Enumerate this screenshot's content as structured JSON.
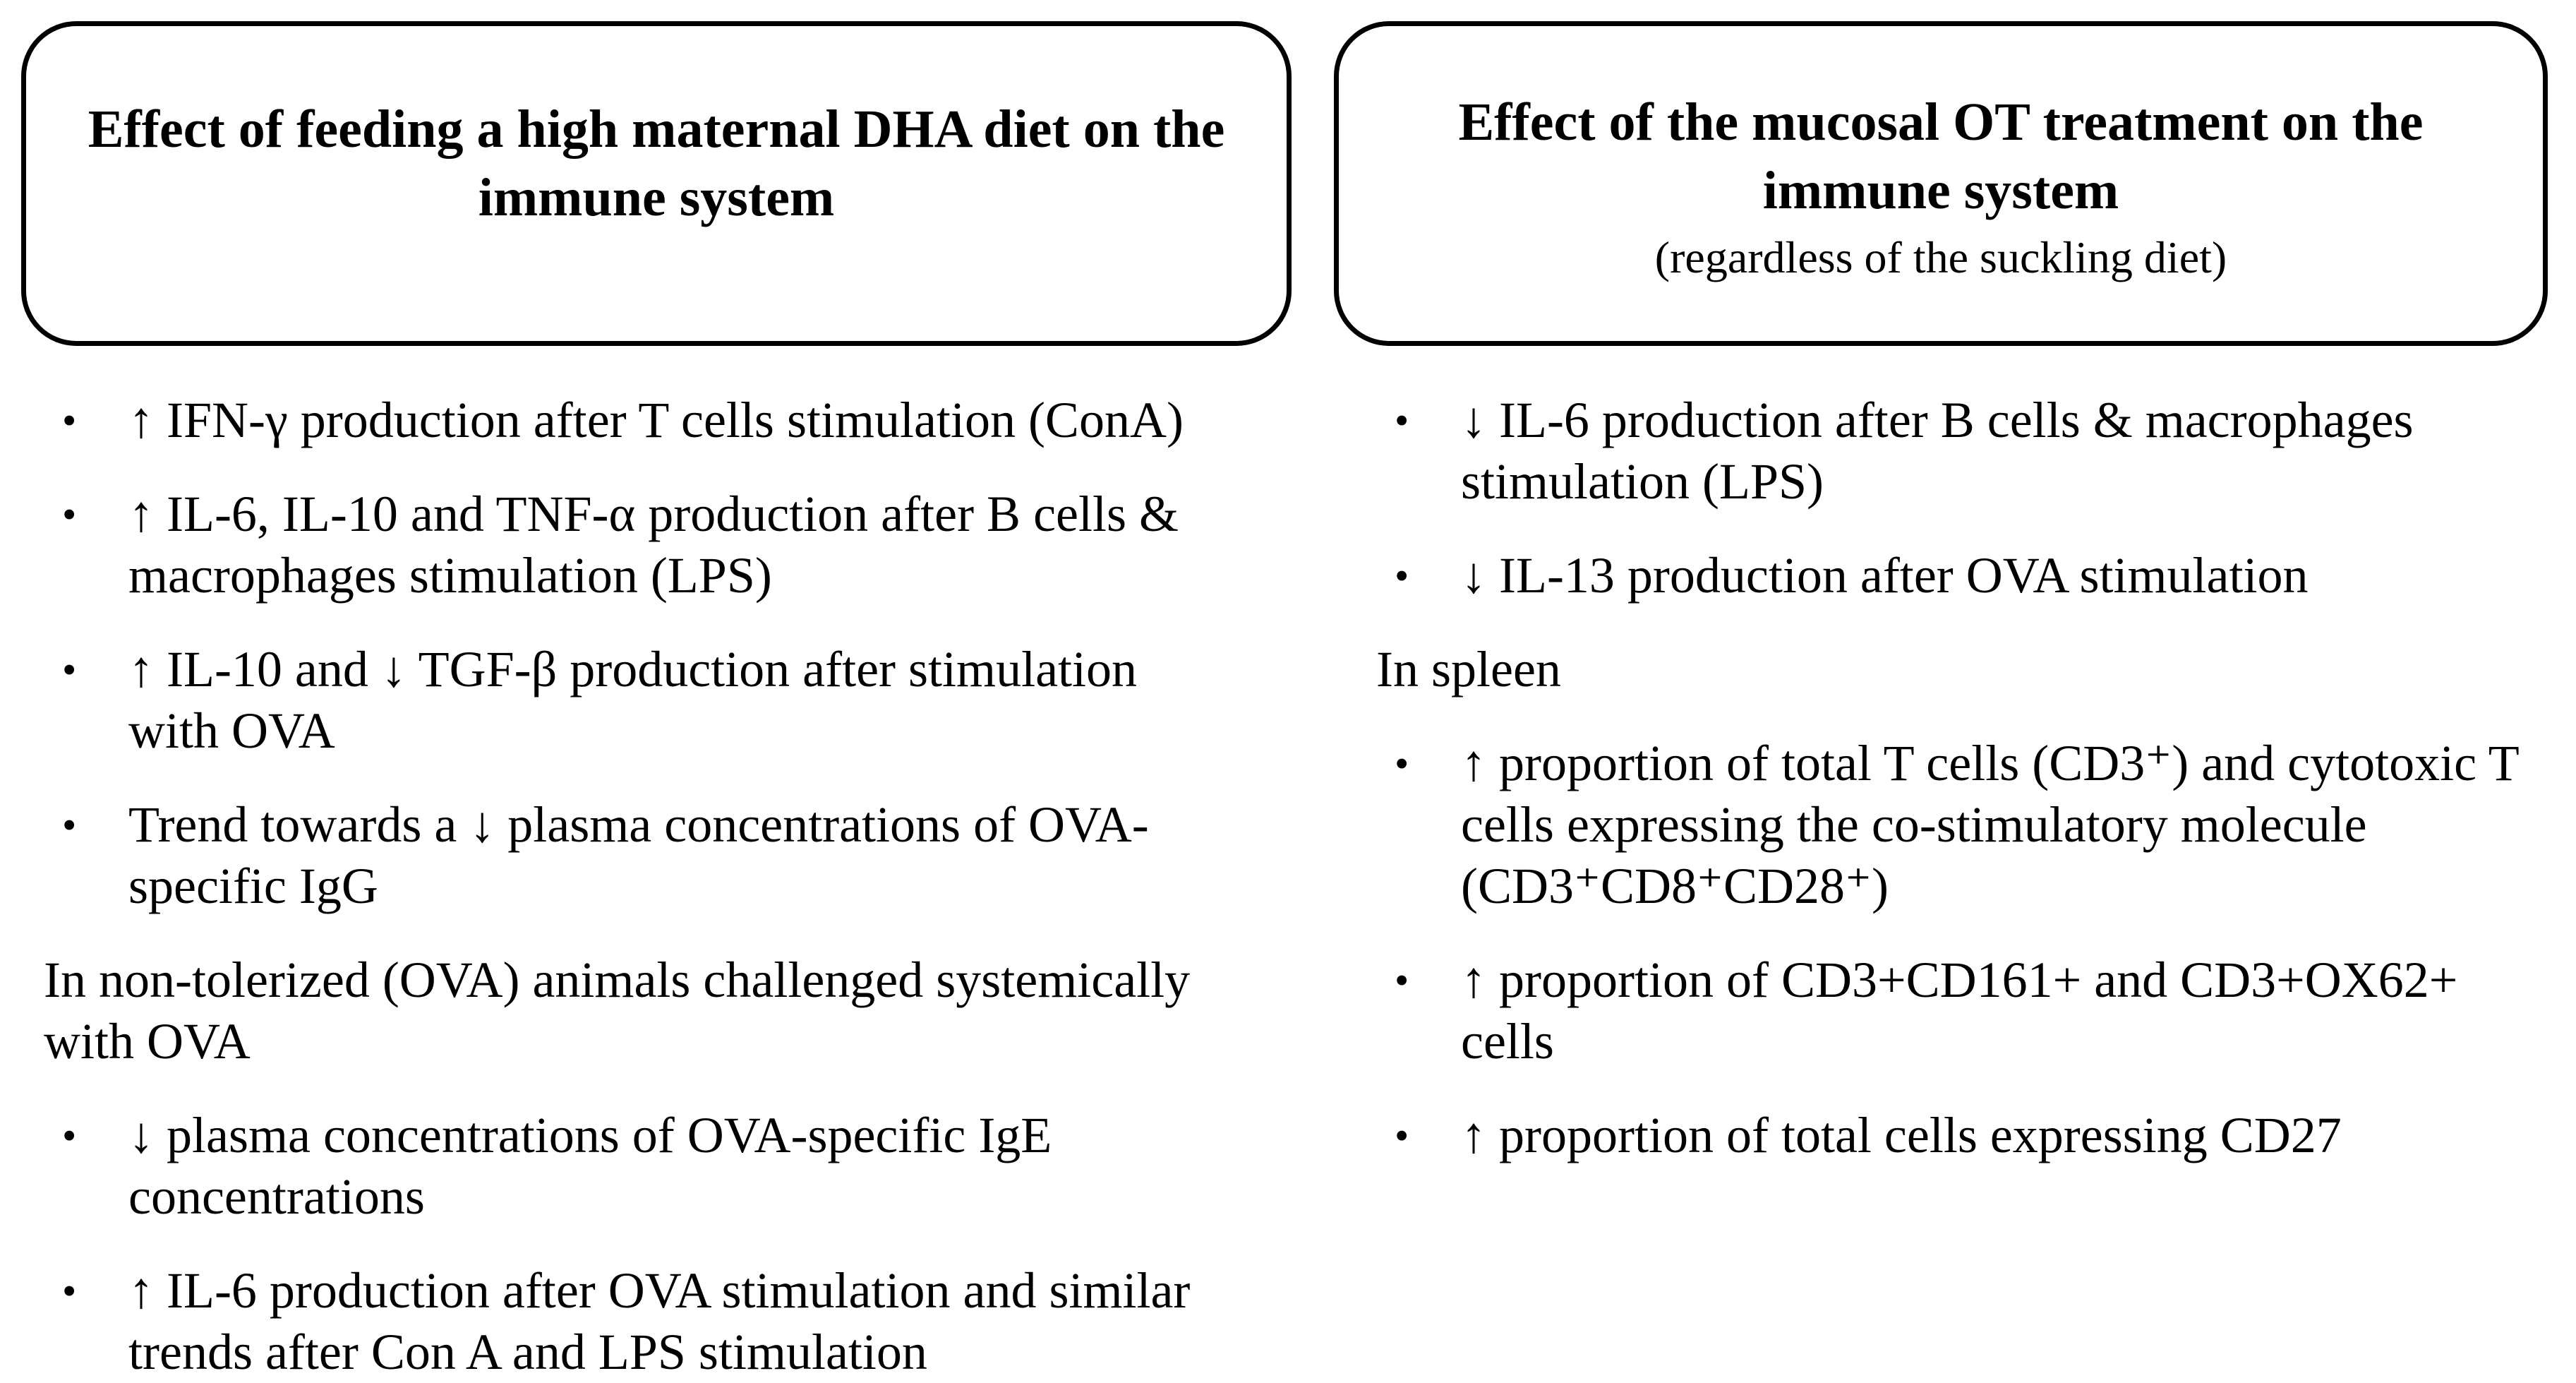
{
  "glyphs": {
    "bullet": "•"
  },
  "left_panel": {
    "title": "Effect of feeding a high maternal DHA diet on the immune system",
    "items": [
      {
        "bullet": true,
        "text": "↑ IFN-γ production after T cells stimulation (ConA)"
      },
      {
        "bullet": true,
        "text": "↑ IL-6, IL-10 and TNF-α production after B cells & macrophages stimulation (LPS)"
      },
      {
        "bullet": true,
        "text": "↑ IL-10 and ↓ TGF-β production after stimulation with OVA"
      },
      {
        "bullet": true,
        "text": "Trend towards a ↓ plasma concentrations of OVA-specific IgG"
      },
      {
        "bullet": false,
        "text": "In non-tolerized (OVA) animals challenged systemically with OVA"
      },
      {
        "bullet": true,
        "text": "↓ plasma concentrations of OVA-specific IgE concentrations"
      },
      {
        "bullet": true,
        "text": "↑ IL-6 production after OVA stimulation and similar trends after Con A and LPS stimulation"
      }
    ]
  },
  "right_panel": {
    "title": "Effect of the mucosal OT treatment on the immune system",
    "subtitle": "(regardless of the suckling diet)",
    "items": [
      {
        "bullet": true,
        "text": "↓ IL-6 production after B cells & macrophages stimulation (LPS)"
      },
      {
        "bullet": true,
        "text": "↓ IL-13 production after OVA stimulation"
      },
      {
        "bullet": false,
        "text": "In spleen"
      },
      {
        "bullet": true,
        "text": "↑ proportion of total T cells (CD3⁺) and cytotoxic T cells expressing the co-stimulatory molecule (CD3⁺CD8⁺CD28⁺)"
      },
      {
        "bullet": true,
        "text": "↑ proportion of CD3+CD161+ and CD3+OX62+ cells"
      },
      {
        "bullet": true,
        "text": "↑ proportion of total cells expressing CD27"
      }
    ]
  }
}
